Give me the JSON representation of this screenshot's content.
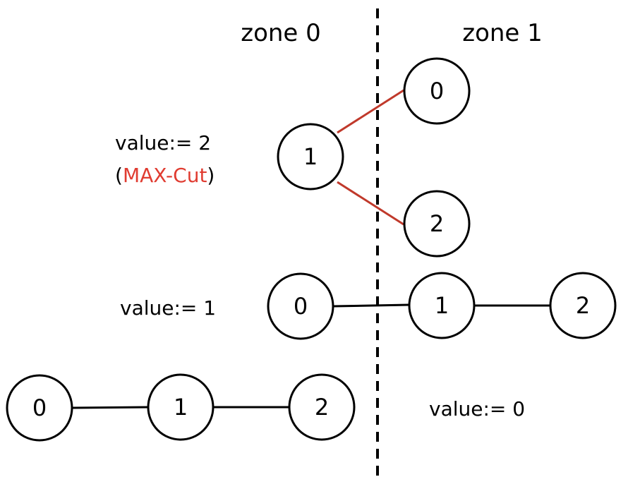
{
  "zones": {
    "left": "zone 0",
    "right": "zone 1"
  },
  "colors": {
    "cut_edge": "#c0392b",
    "highlight_text": "#e03c31",
    "ink": "#000000"
  },
  "rows": [
    {
      "value_label": "value:= 2",
      "annotation": {
        "open": "(",
        "highlight": "MAX-Cut",
        "close": ")"
      },
      "nodes": [
        {
          "label": "1",
          "zone": 0
        },
        {
          "label": "0",
          "zone": 1
        },
        {
          "label": "2",
          "zone": 1
        }
      ],
      "edges": [
        {
          "from": "1",
          "to": "0",
          "cut": true
        },
        {
          "from": "1",
          "to": "2",
          "cut": true
        }
      ]
    },
    {
      "value_label": "value:= 1",
      "nodes": [
        {
          "label": "0",
          "zone": 0
        },
        {
          "label": "1",
          "zone": 1
        },
        {
          "label": "2",
          "zone": 1
        }
      ],
      "edges": [
        {
          "from": "0",
          "to": "1",
          "cut": true
        },
        {
          "from": "1",
          "to": "2",
          "cut": false
        }
      ]
    },
    {
      "value_label": "value:= 0",
      "nodes": [
        {
          "label": "0",
          "zone": 0
        },
        {
          "label": "1",
          "zone": 0
        },
        {
          "label": "2",
          "zone": 0
        }
      ],
      "edges": [
        {
          "from": "0",
          "to": "1",
          "cut": false
        },
        {
          "from": "1",
          "to": "2",
          "cut": false
        }
      ]
    }
  ]
}
